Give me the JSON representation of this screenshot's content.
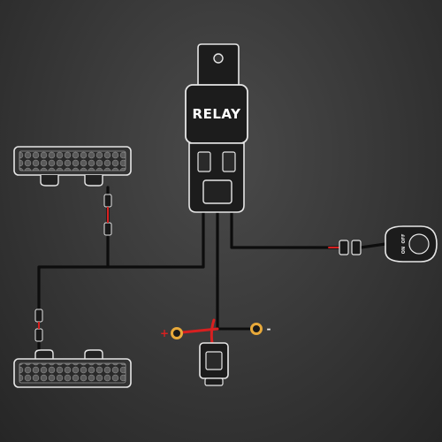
{
  "relay": {
    "label": "RELAY"
  },
  "terminals": {
    "positive": "+",
    "negative": "-"
  },
  "switch": {
    "on": "ON",
    "off": "OFF"
  },
  "colors": {
    "wire": "#0d0d0d",
    "wire_red": "#d82020",
    "housing": "#1c1c1c",
    "outline": "#e6e6e6",
    "ring_terminal": "#e8a93a",
    "led": "#6a6a6a"
  }
}
